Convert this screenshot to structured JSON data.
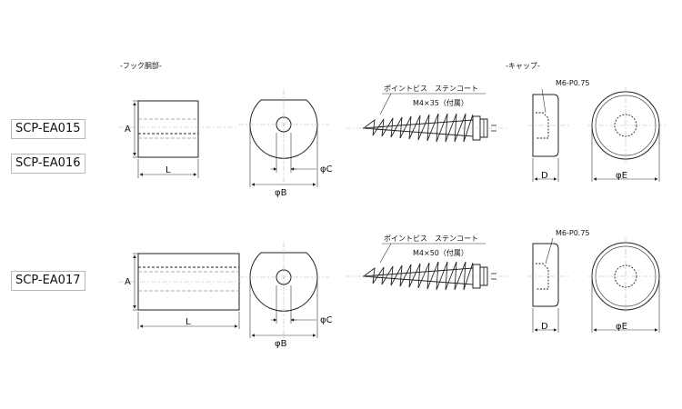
{
  "sections": {
    "hook_title": "-フック胴部-",
    "cap_title": "-キャップ-"
  },
  "models": {
    "row1": [
      "SCP-EA015",
      "SCP-EA016"
    ],
    "row2": [
      "SCP-EA017"
    ]
  },
  "dims": {
    "a": "A",
    "l": "L",
    "phi_b": "φB",
    "phi_c": "φC",
    "d": "D",
    "phi_e": "φE"
  },
  "screw": {
    "name": "ポイントビス　ステンコート",
    "spec_row1": "M4×35（付属）",
    "spec_row2": "M4×50（付属）"
  },
  "cap": {
    "thread": "M6-P0.75"
  }
}
